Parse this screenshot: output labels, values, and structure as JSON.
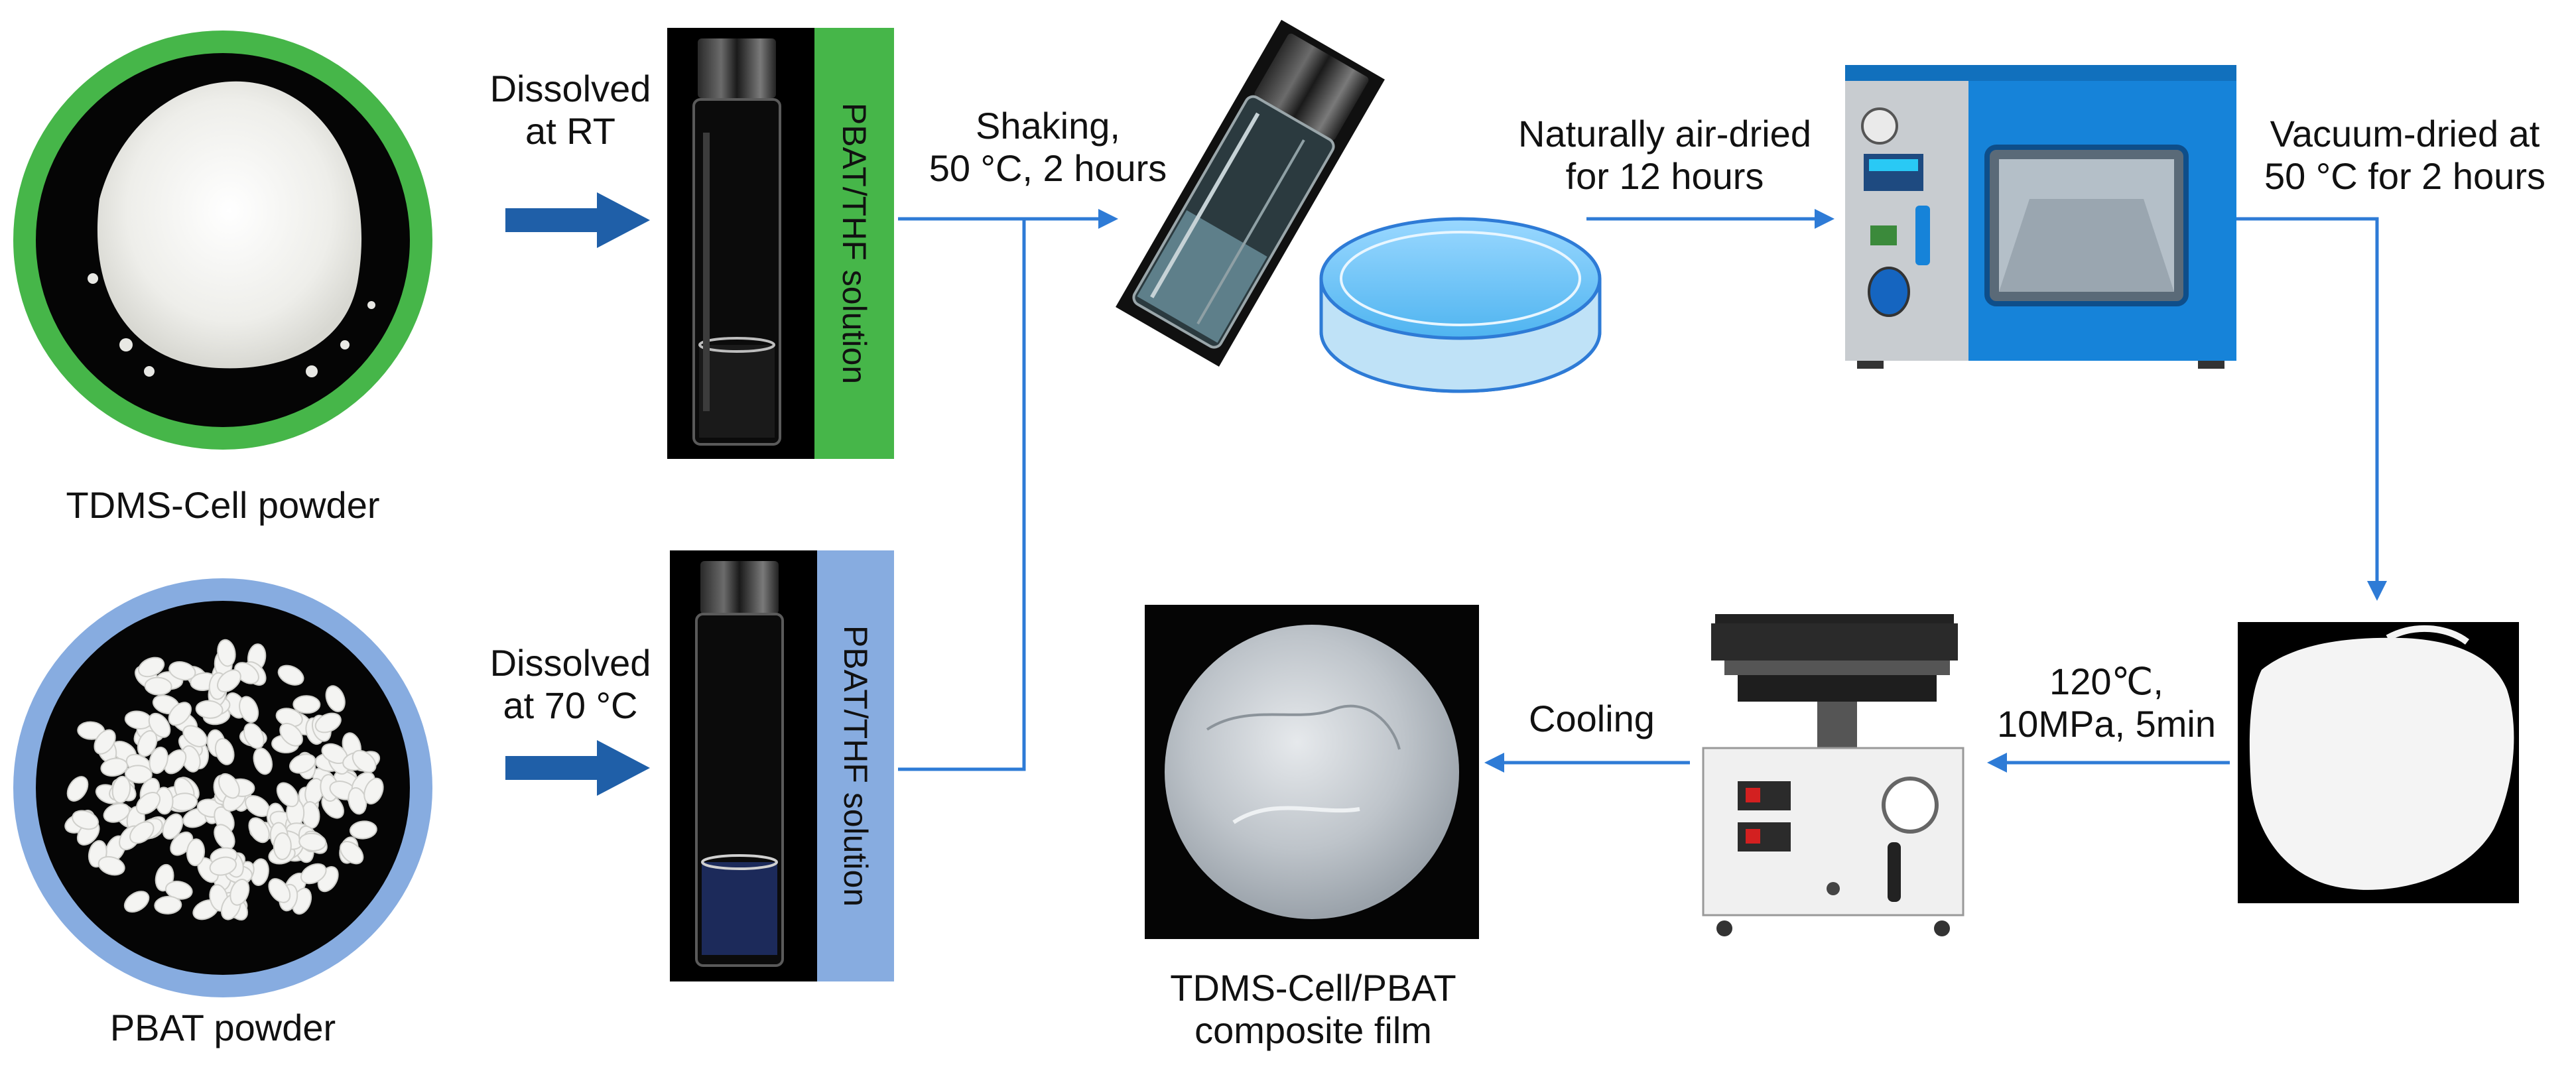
{
  "materials": {
    "tdms_cell": {
      "caption": "TDMS-Cell powder",
      "ring_color": "#46b649"
    },
    "pbat": {
      "caption": "PBAT powder",
      "ring_color": "#87ace0"
    }
  },
  "solutions": {
    "top": {
      "label": "PBAT/THF solution",
      "band_color": "#46b649"
    },
    "bottom": {
      "label": "PBAT/THF solution",
      "band_color": "#87ace0"
    }
  },
  "steps": {
    "dissolve_rt": {
      "line1": "Dissolved",
      "line2": "at RT"
    },
    "dissolve_70": {
      "line1": "Dissolved",
      "line2": "at 70 °C"
    },
    "shaking": {
      "line1": "Shaking,",
      "line2": "50 °C, 2 hours"
    },
    "air_dry": {
      "line1": "Naturally air-dried",
      "line2": "for 12 hours"
    },
    "vacuum_dry": {
      "line1": "Vacuum-dried at",
      "line2": "50 °C for 2 hours"
    },
    "hot_press": {
      "line1": "120℃,",
      "line2": "10MPa, 5min"
    },
    "cooling": {
      "line1": "Cooling"
    }
  },
  "product": {
    "line1": "TDMS-Cell/PBAT",
    "line2": "composite film"
  },
  "colors": {
    "flow_line": "#2e7bd6",
    "thick_arrow": "#1f5fa8",
    "oven_blue": "#1683d9"
  },
  "icons": [
    "powder-photo",
    "pellet-photo",
    "vial-photo",
    "petri-dish-icon",
    "vacuum-oven-icon",
    "hot-press-icon",
    "film-photo",
    "sheet-photo"
  ]
}
